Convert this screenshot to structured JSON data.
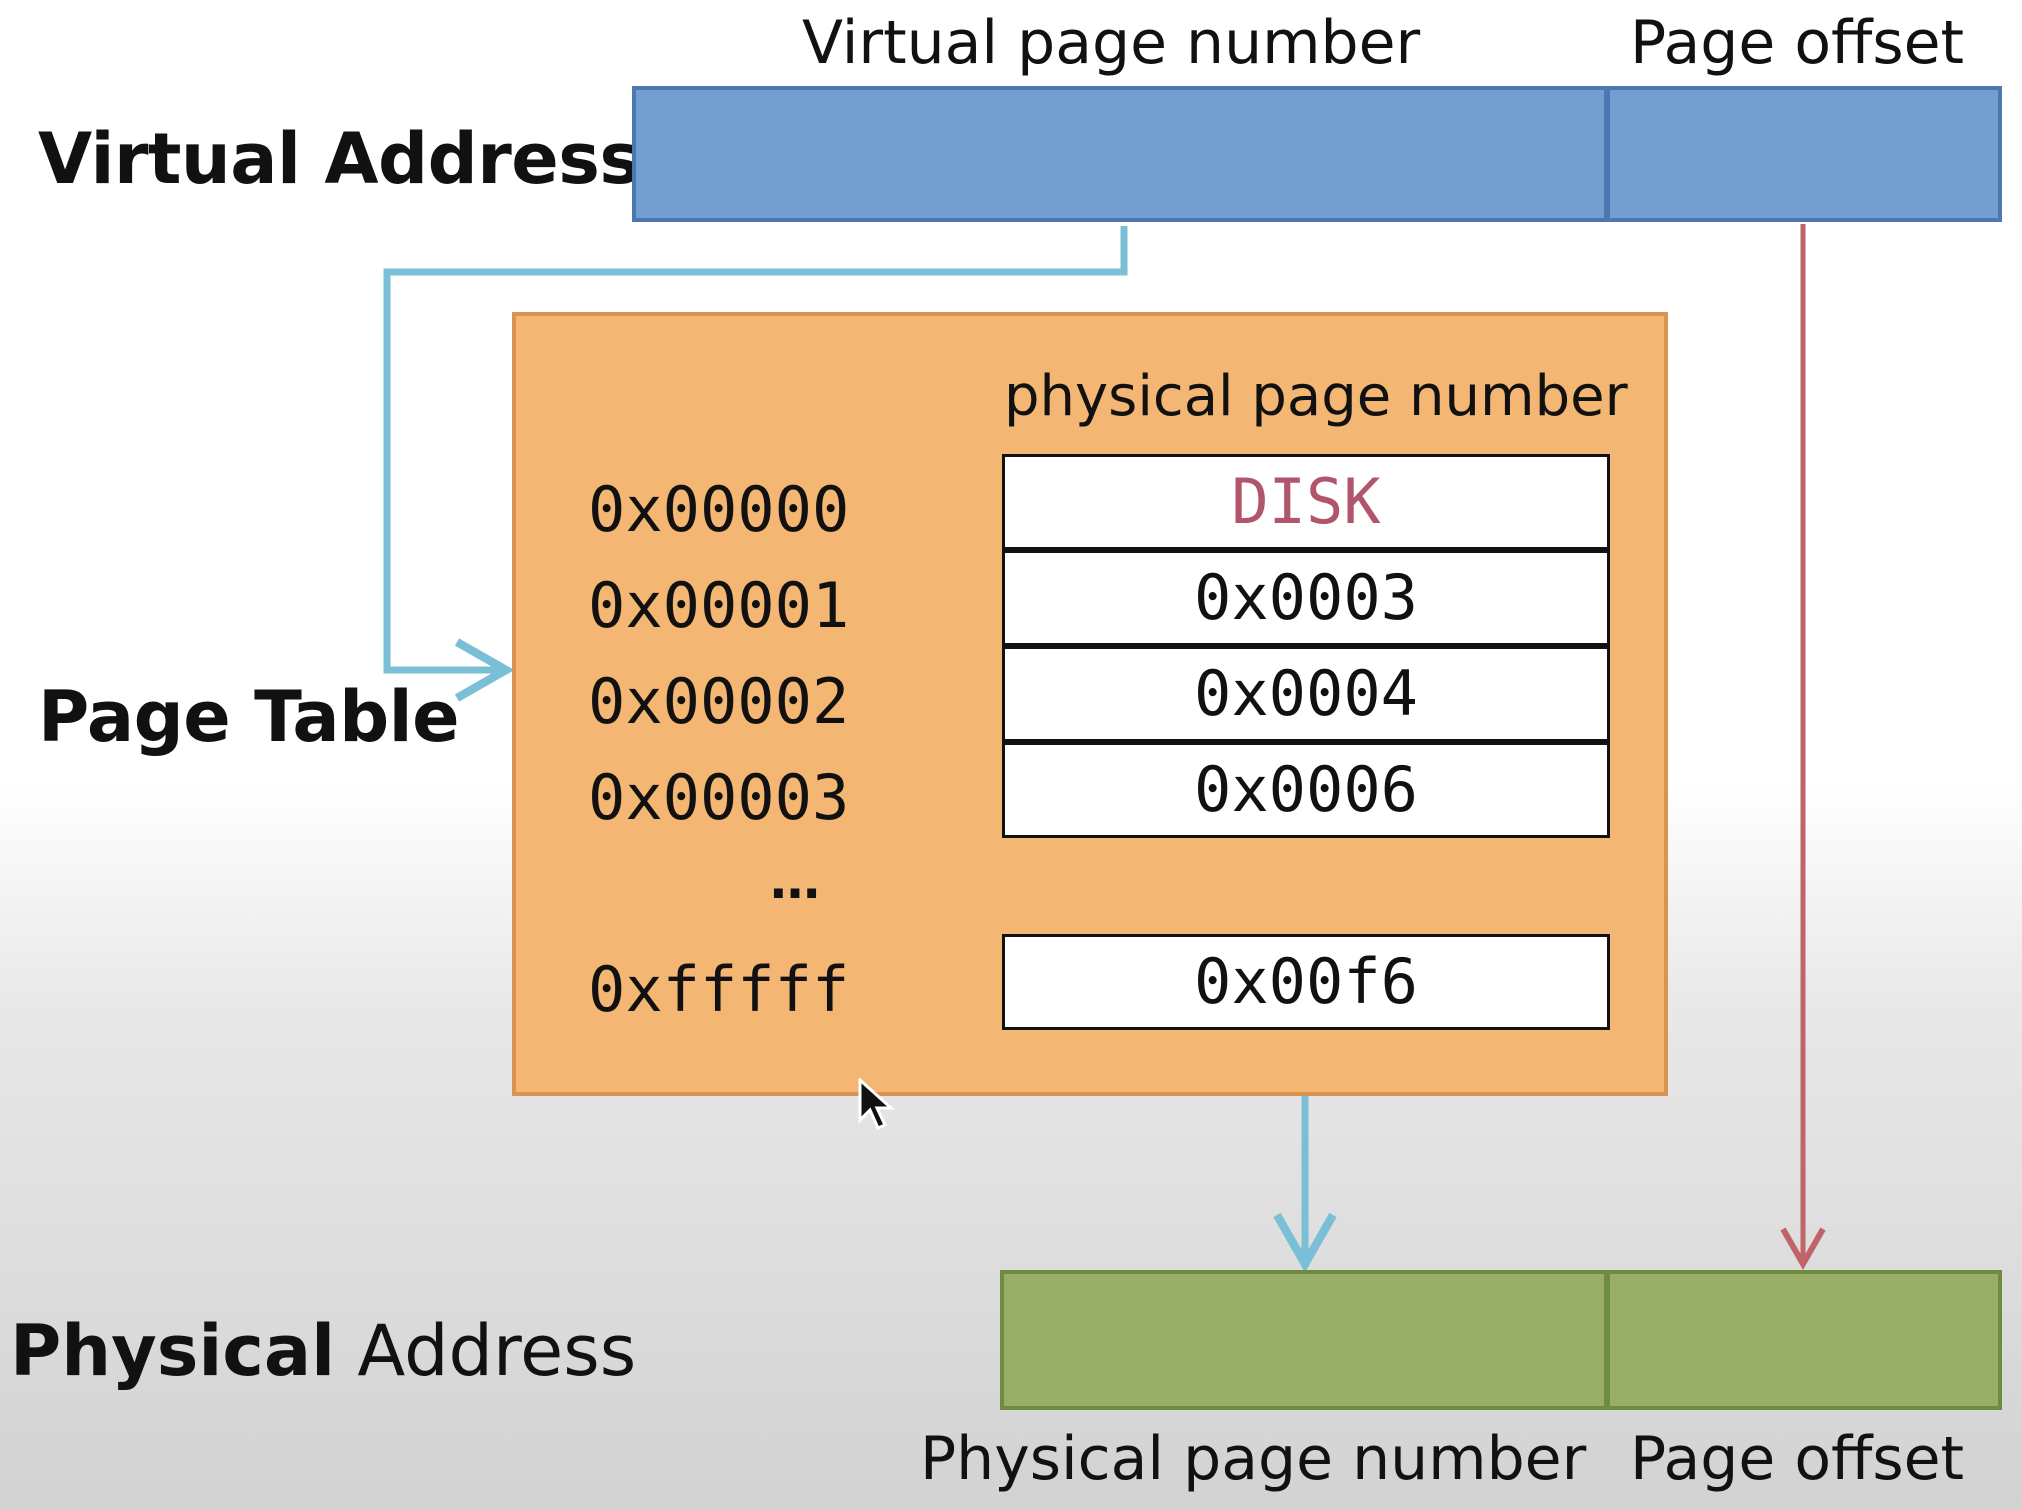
{
  "virtual_address": {
    "label": "Virtual Address",
    "vpn_label": "Virtual page number",
    "offset_label": "Page offset"
  },
  "page_table": {
    "label": "Page Table",
    "column_header": "physical page number",
    "rows": [
      {
        "vpn": "0x00000",
        "ppn": "DISK"
      },
      {
        "vpn": "0x00001",
        "ppn": "0x0003"
      },
      {
        "vpn": "0x00002",
        "ppn": "0x0004"
      },
      {
        "vpn": "0x00003",
        "ppn": "0x0006"
      }
    ],
    "ellipsis": "…",
    "last_row": {
      "vpn": "0xfffff",
      "ppn": "0x00f6"
    }
  },
  "physical_address": {
    "label_bold": "Physical",
    "label_rest": "Address",
    "ppn_label": "Physical page number",
    "offset_label": "Page offset"
  },
  "colors": {
    "virtual_bar": "#729fcf",
    "physical_bar": "#98ad68",
    "page_table_fill": "#f4b673",
    "lookup_arrow": "#7bbfd6",
    "offset_arrow": "#c0646a",
    "disk_text": "#b0556b"
  }
}
